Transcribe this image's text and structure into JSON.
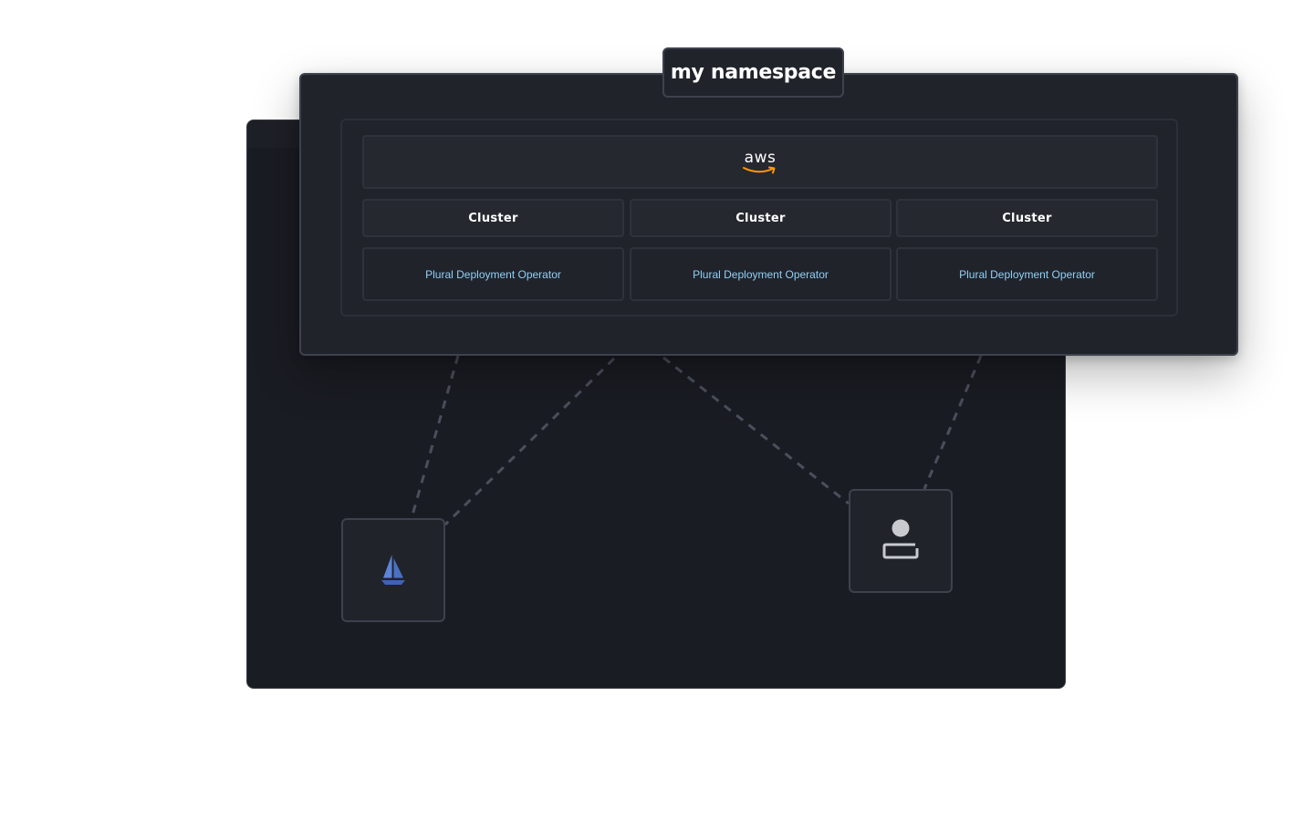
{
  "namespace": {
    "label": "my namespace"
  },
  "provider": {
    "logo_text": "aws",
    "logo_color": "#ff9900"
  },
  "columns": [
    {
      "cluster_label": "Cluster",
      "operator_label": "Plural Deployment Operator"
    },
    {
      "cluster_label": "Cluster",
      "operator_label": "Plural Deployment Operator"
    },
    {
      "cluster_label": "Cluster",
      "operator_label": "Plural Deployment Operator"
    }
  ],
  "nodes": {
    "left": {
      "icon": "sailboat-icon",
      "icon_color": "#4d76c9"
    },
    "right": {
      "icon": "user-at-terminal-icon",
      "icon_color": "#c8cad0"
    }
  },
  "colors": {
    "panel": "#21232b",
    "back_panel": "#1a1c23",
    "border": "#3e424d",
    "operator_text": "#8fd0f5",
    "link": "#4a4f5c"
  }
}
